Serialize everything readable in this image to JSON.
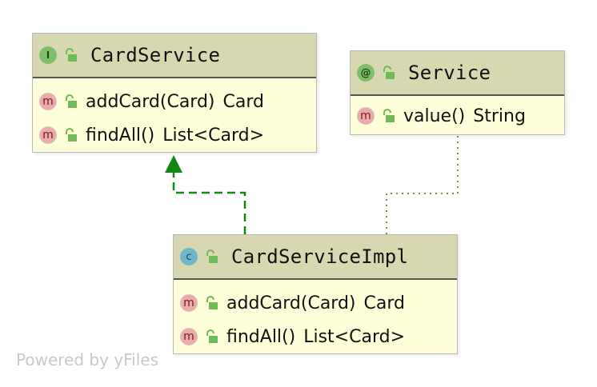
{
  "nodes": {
    "card_service": {
      "kind_badge": "I",
      "title": "CardService",
      "members": [
        {
          "badge": "m",
          "signature": "addCard(Card)",
          "return_type": "Card"
        },
        {
          "badge": "m",
          "signature": "findAll()",
          "return_type": "List<Card>"
        }
      ]
    },
    "service": {
      "kind_badge": "@",
      "title": "Service",
      "members": [
        {
          "badge": "m",
          "signature": "value()",
          "return_type": "String"
        }
      ]
    },
    "card_service_impl": {
      "kind_badge": "c",
      "title": "CardServiceImpl",
      "members": [
        {
          "badge": "m",
          "signature": "addCard(Card)",
          "return_type": "Card"
        },
        {
          "badge": "m",
          "signature": "findAll()",
          "return_type": "List<Card>"
        }
      ]
    }
  },
  "edges": [
    {
      "from": "CardServiceImpl",
      "to": "CardService",
      "type": "implements",
      "color": "#118811"
    },
    {
      "from": "CardServiceImpl",
      "to": "Service",
      "type": "annotated-by",
      "color": "#669933"
    }
  ],
  "footer": "Powered by yFiles",
  "colors": {
    "node_fill": "#fefed8",
    "header_fill": "#d8d8b0",
    "interface_badge": "#7fbf6a",
    "class_badge": "#6fb6c8",
    "method_badge": "#f0a9a9",
    "lock_icon": "#6fbb55"
  }
}
